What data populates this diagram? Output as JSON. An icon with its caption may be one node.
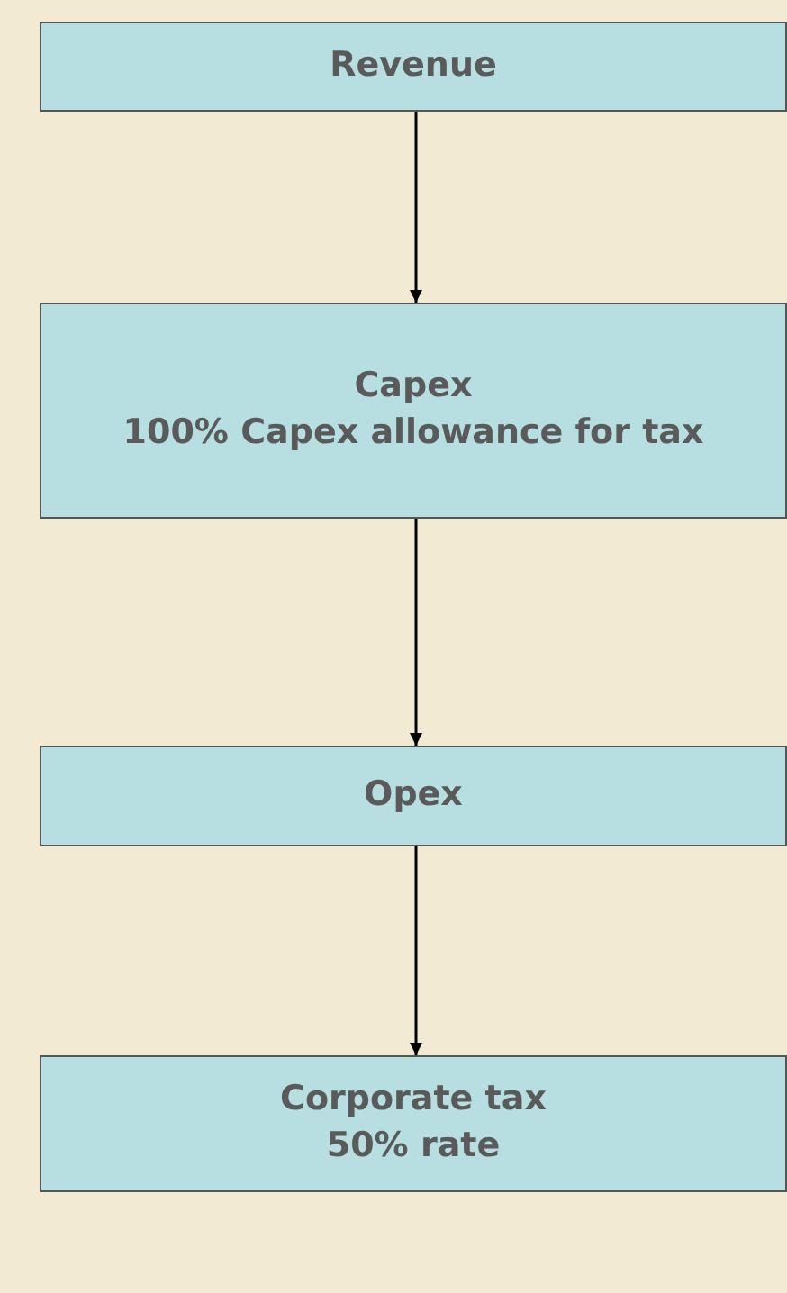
{
  "diagram": {
    "nodes": [
      {
        "text": [
          "Revenue"
        ]
      },
      {
        "text": [
          "Capex",
          "100% Capex allowance for tax"
        ]
      },
      {
        "text": [
          "Opex"
        ]
      },
      {
        "text": [
          "Corporate tax",
          "50% rate"
        ]
      }
    ],
    "edges": [
      {
        "from": 0,
        "to": 1,
        "arrow": "to"
      },
      {
        "from": 1,
        "to": 2,
        "arrow": "to"
      },
      {
        "from": 2,
        "to": 3,
        "arrow": "to"
      }
    ]
  }
}
